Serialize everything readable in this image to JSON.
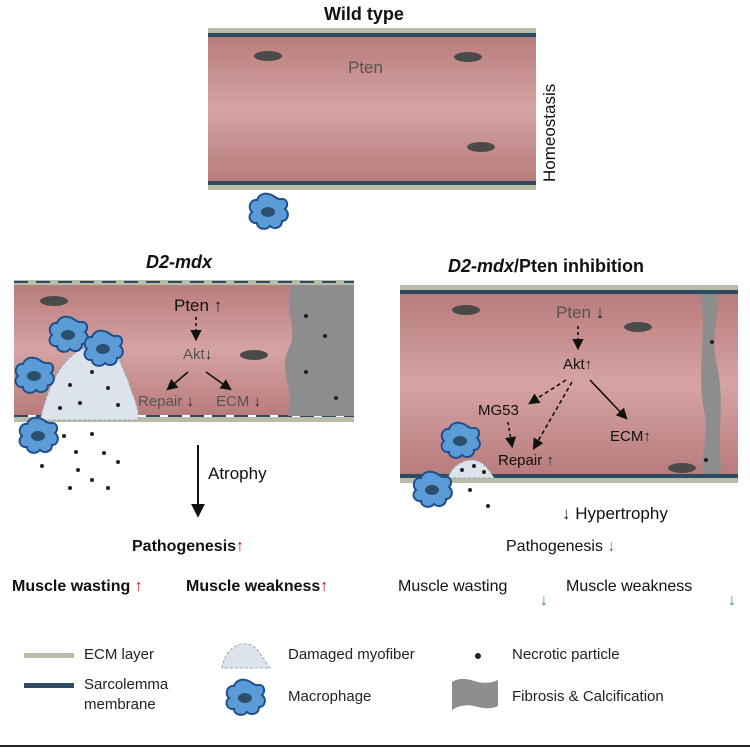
{
  "wild_type": {
    "title": "Wild type",
    "fiber_label": "Pten",
    "side_label": "Homeostasis"
  },
  "d2mdx": {
    "title_italic": "D2-mdx",
    "pten": "Pten",
    "pten_arrow": "↑",
    "akt": "Akt",
    "akt_arrow": "↓",
    "repair": "Repair",
    "repair_arrow": "↓",
    "ecm": "ECM",
    "ecm_arrow": "↓",
    "process": "Atrophy",
    "pathogenesis": "Pathogenesis",
    "pathogenesis_arrow": "↑",
    "wasting": "Muscle wasting",
    "wasting_arrow": "↑",
    "weakness": "Muscle weakness",
    "weakness_arrow": "↑"
  },
  "pten_inhibition": {
    "title_italic": "D2-mdx",
    "title_rest": "/Pten inhibition",
    "pten": "Pten",
    "pten_arrow": "↓",
    "akt": "Akt",
    "akt_arrow": "↑",
    "mg53": "MG53",
    "repair": "Repair",
    "repair_arrow": "↑",
    "ecm": "ECM",
    "ecm_arrow": "↑",
    "process_arrow": "↓",
    "process": "Hypertrophy",
    "pathogenesis": "Pathogenesis",
    "pathogenesis_arrow": "↓",
    "wasting": "Muscle wasting",
    "wasting_arrow": "↓",
    "weakness": "Muscle weakness",
    "weakness_arrow": "↓"
  },
  "legend": {
    "ecm_layer": "ECM layer",
    "sarcolemma_1": "Sarcolemma",
    "sarcolemma_2": "membrane",
    "damaged": "Damaged myofiber",
    "macrophage": "Macrophage",
    "necrotic": "Necrotic particle",
    "fibrosis": "Fibrosis & Calcification"
  },
  "colors": {
    "fiber": "#c98f8f",
    "fiber_dark": "#b47878",
    "ecm": "#b9bca7",
    "sarcolemma": "#2f4a63",
    "nucleus": "#4a4a4a",
    "macrophage": "#5b9bd6",
    "macrophage_edge": "#1f4f8a",
    "fibrosis": "#8d8d8d",
    "damaged": "#dde3ea",
    "up_arrow": "#b01515",
    "down_arrow": "#3a9a3a"
  }
}
